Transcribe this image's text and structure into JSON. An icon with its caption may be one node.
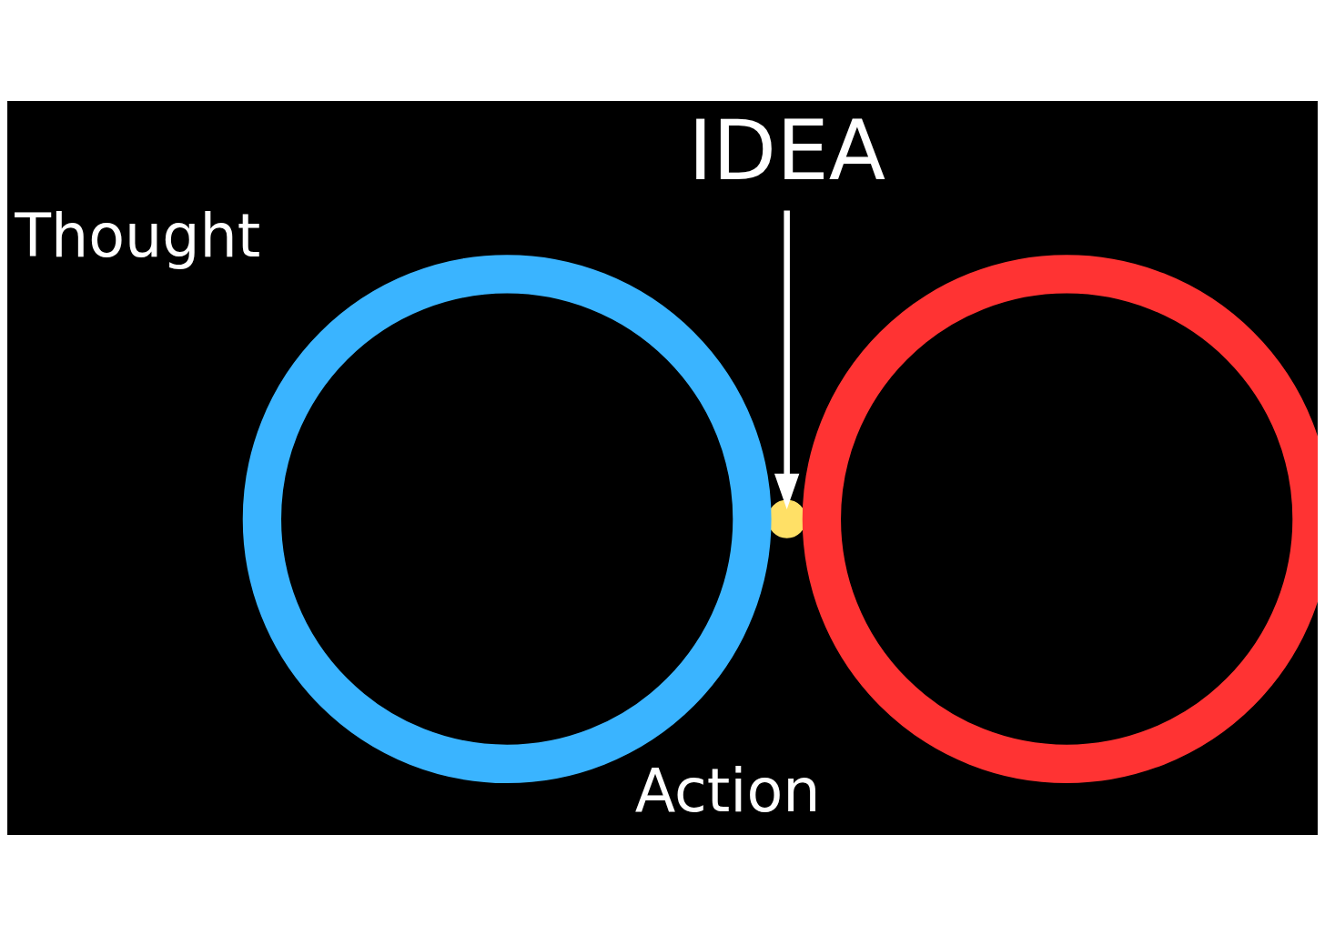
{
  "diagram": {
    "nodes": [
      {
        "text": [
          "IDEA"
        ]
      },
      {
        "text": [],
        "shape": "circle",
        "beside": [
          "Thought"
        ]
      },
      {
        "text": [],
        "shape": "circle"
      },
      {
        "text": [],
        "shape": "circle",
        "beside": [
          "Action"
        ]
      }
    ],
    "edges": [
      {
        "from": 0,
        "to": 2,
        "arrow": "to"
      }
    ]
  }
}
